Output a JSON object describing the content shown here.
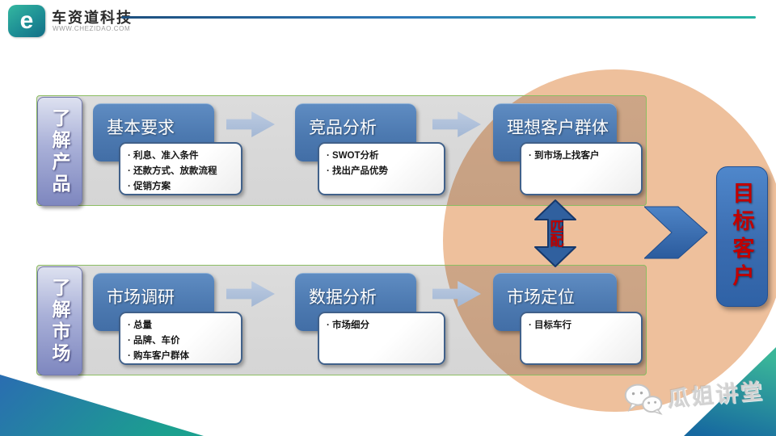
{
  "header": {
    "brand": "车资道科技",
    "website": "WWW.CHEZIDAO.COM",
    "logo_glyph": "e"
  },
  "rows": [
    {
      "side_label": "了解产品",
      "steps": [
        {
          "title": "基本要求",
          "bullets": [
            "利息、准入条件",
            "还款方式、放款流程",
            "促销方案"
          ]
        },
        {
          "title": "竞品分析",
          "bullets": [
            "SWOT分析",
            "找出产品优势"
          ]
        },
        {
          "title": "理想客户群体",
          "bullets": [
            "到市场上找客户"
          ]
        }
      ]
    },
    {
      "side_label": "了解市场",
      "steps": [
        {
          "title": "市场调研",
          "bullets": [
            "总量",
            "品牌、车价",
            "购车客户群体"
          ]
        },
        {
          "title": "数据分析",
          "bullets": [
            "市场细分"
          ]
        },
        {
          "title": "市场定位",
          "bullets": [
            "目标车行"
          ]
        }
      ]
    }
  ],
  "connector": {
    "label": "匹配"
  },
  "result": {
    "label": "目标客户"
  },
  "watermark": {
    "label": "瓜姐讲堂"
  },
  "colors": {
    "step_blue": "#4c79b0",
    "accent_teal": "#25b3a2",
    "accent_navy": "#1d4f7e",
    "row_border_green": "#8cbd62",
    "row_gray": "#d9d9d9",
    "circle_orange": "#eec09c",
    "highlight_red": "#c00000",
    "pill_purple": "#7e87bf"
  }
}
